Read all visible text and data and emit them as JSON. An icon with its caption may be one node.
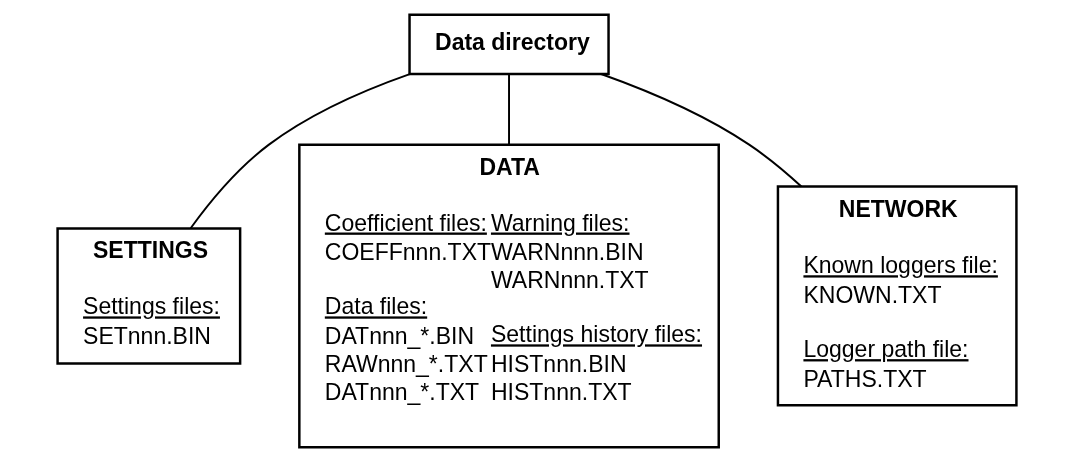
{
  "diagram": {
    "nodes": [
      {
        "text": [
          "Data directory"
        ]
      },
      {
        "text": [
          "SETTINGS",
          "Settings files:",
          "SETnnn.BIN"
        ]
      },
      {
        "text": [
          "DATA",
          "Coefficient files:",
          "COEFFnnn.TXT",
          "Warning files:",
          "WARNnnn.BIN",
          "WARNnnn.TXT",
          "Data files:",
          "DATnnn_*.BIN",
          "RAWnnn_*.TXT",
          "DATnnn_*.TXT",
          "Settings history files:",
          "HISTnnn.BIN",
          "HISTnnn.TXT"
        ]
      },
      {
        "text": [
          "NETWORK",
          "Known loggers file:",
          "KNOWN.TXT",
          "Logger path file:",
          "PATHS.TXT"
        ]
      }
    ],
    "edges": [
      {
        "from": 0,
        "to": 1,
        "arrow": "none"
      },
      {
        "from": 0,
        "to": 2,
        "arrow": "none"
      },
      {
        "from": 0,
        "to": 3,
        "arrow": "none"
      }
    ]
  }
}
